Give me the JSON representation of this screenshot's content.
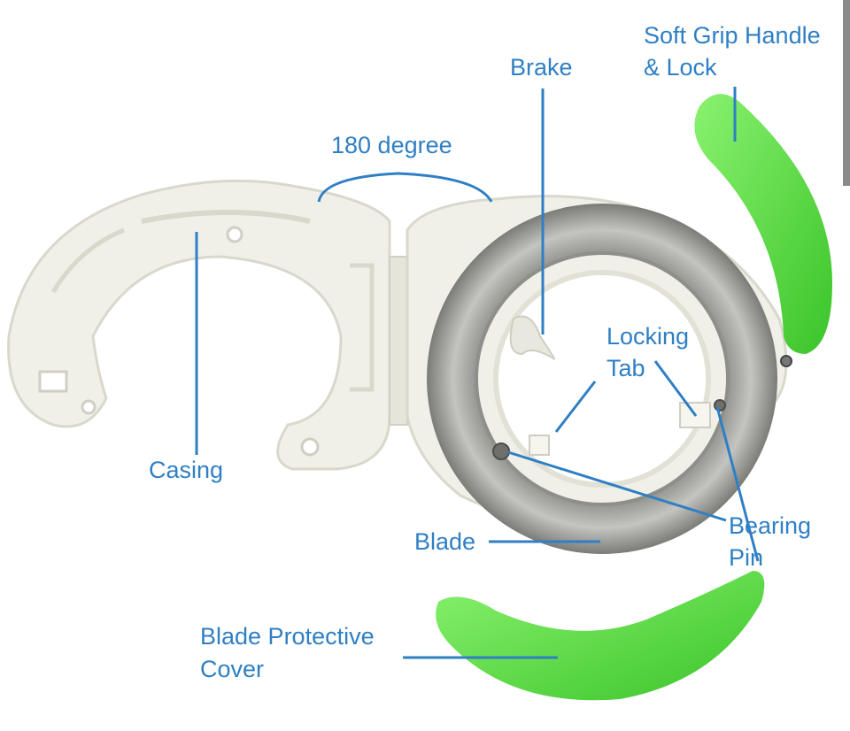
{
  "labels": {
    "degree": "180 degree",
    "brake": "Brake",
    "soft_grip_1": "Soft Grip Handle",
    "soft_grip_2": "& Lock",
    "locking_tab_1": "Locking",
    "locking_tab_2": "Tab",
    "casing": "Casing",
    "blade": "Blade",
    "bearing_pin_1": "Bearing",
    "bearing_pin_2": "Pin",
    "cover_1": "Blade Protective",
    "cover_2": "Cover"
  },
  "colors": {
    "label": "#2f7fc4",
    "casing": "#f1f0e8",
    "casing_shade": "#d9d8cc",
    "blade": "#a9aaa6",
    "green": "#5fe84a",
    "green_dark": "#3bc42a"
  }
}
